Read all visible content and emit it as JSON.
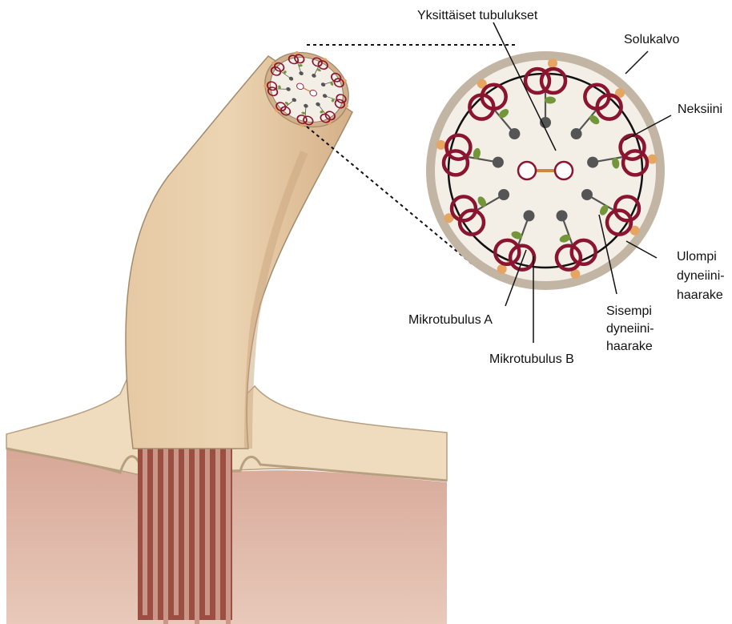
{
  "labels": {
    "single_tubules": "Yksittäiset tubulukset",
    "cell_membrane": "Solukalvo",
    "nexin": "Neksiini",
    "outer_dynein": [
      "Ulompi",
      "dyneiini-",
      "haarake"
    ],
    "microtubule_a": "Mikrotubulus A",
    "inner_dynein": [
      "Sisempi",
      "dyneiini-",
      "haarake"
    ],
    "microtubule_b": "Mikrotubulus B"
  },
  "colors": {
    "cilium_light": "#ecd4b2",
    "cilium_dark": "#d2ad84",
    "cilium_edge": "#a28b6c",
    "cell_surface": "#efdcbe",
    "cell_interior": "#d6aa9b",
    "membrane_ring": "#c3b5a4",
    "cross_section_fill": "#f3efe7",
    "doublet_red": "#8b1430",
    "outer_dynein_orange": "#e5a563",
    "inner_dynein_green": "#74963a",
    "spoke_gray": "#555555",
    "bridge_orange": "#c98a3c",
    "basal_body_stripe": "#7f3a30"
  }
}
